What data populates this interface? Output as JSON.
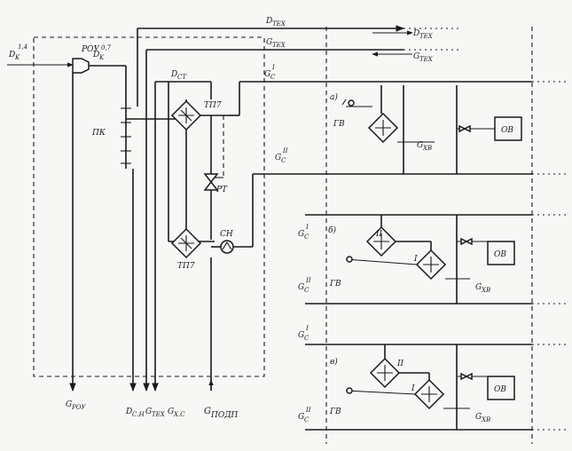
{
  "labels": {
    "d_in": "D",
    "d_in_sub": "K",
    "d_in_sup": "1,4",
    "rou": "РОУ",
    "d_k": "D",
    "d_k_sub": "K",
    "d_k_sup": "0,7",
    "d_tex_top": "D",
    "d_tex_top_sub": "ТЕХ",
    "g_tex_top": "G",
    "g_tex_top_sub": "ТЕХ",
    "d_tex_right": "D",
    "d_tex_right_sub": "ТЕХ",
    "g_tex_right": "G",
    "g_tex_right_sub": "ТЕХ",
    "d_st": "D",
    "d_st_sub": "СТ",
    "g_c1": "G",
    "g_c1_sub": "С",
    "g_c1_sup": "I",
    "pk": "ПК",
    "tp7_top": "ТП7",
    "tp7_bot": "ТП7",
    "pt": "РТ",
    "g_c2": "G",
    "g_c2_sub": "С",
    "g_c2_sup": "II",
    "sn": "СН",
    "g_row": "G",
    "g_row_sub": "РОУ",
    "d_sn": "D",
    "d_sn_sub": "С.Н",
    "g_tex_bot": "G",
    "g_tex_bot_sub": "ТЕХ",
    "g_kc": "G",
    "g_kc_sub": "Х.С",
    "g_podp": "G",
    "g_podp_sub": "ПОДП",
    "a_mark": "а)",
    "b_mark": "б)",
    "v_mark": "в)",
    "gv_a": "ГВ",
    "gv_b": "ГВ",
    "gv_v": "ГВ",
    "g_xb_a": "G",
    "g_xb_a_sub": "ХВ",
    "g_xb_b": "G",
    "g_xb_b_sub": "ХВ",
    "g_xb_v": "G",
    "g_xb_v_sub": "ХВ",
    "ov_a": "ОВ",
    "ov_b": "ОВ",
    "ov_v": "ОВ",
    "gc_b1": "G",
    "gc_b1_sub": "С",
    "gc_b1_sup": "I",
    "gc_b2": "G",
    "gc_b2_sub": "С",
    "gc_b2_sup": "II",
    "gc_v1": "G",
    "gc_v1_sub": "С",
    "gc_v1_sup": "I",
    "gc_v2": "G",
    "gc_v2_sub": "С",
    "gc_v2_sup": "II",
    "stage_ii_b": "II",
    "stage_i_b": "I",
    "stage_ii_v": "II",
    "stage_i_v": "I"
  }
}
